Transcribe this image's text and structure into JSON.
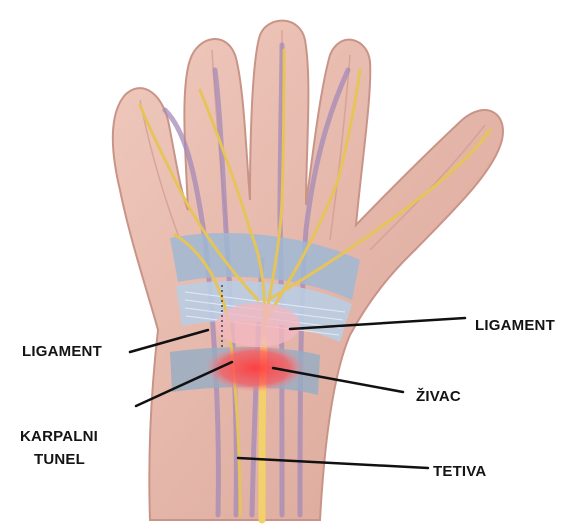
{
  "labels": {
    "ligament_left": "LIGAMENT",
    "ligament_right": "LIGAMENT",
    "zivac": "ŽIVAC",
    "karpalni_line1": "KARPALNI",
    "karpalni_line2": "TUNEL",
    "tetiva": "TETIVA"
  },
  "colors": {
    "skin": "#e8bcae",
    "skin_shadow": "#c99488",
    "nerve": "#e6c45a",
    "ligament": "#9fb8d3",
    "tunnel_highlight": "#ff5a5a",
    "leader_line": "#111111"
  }
}
